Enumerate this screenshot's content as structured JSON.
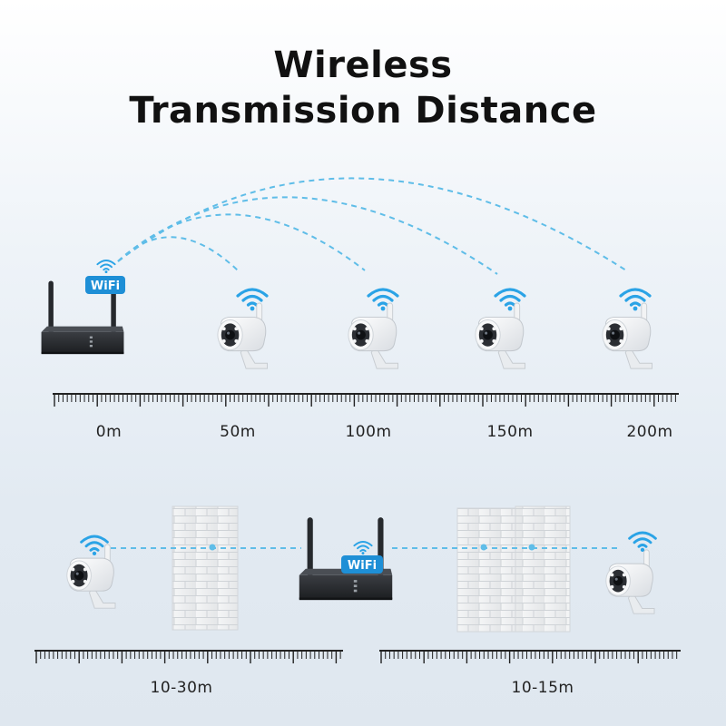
{
  "title": {
    "line1": "Wireless",
    "line2": "Transmission Distance"
  },
  "badge": {
    "text": "WiFi"
  },
  "top_scale": {
    "labels": [
      "0m",
      "50m",
      "100m",
      "150m",
      "200m"
    ]
  },
  "bottom_scale": {
    "left_label": "10-30m",
    "right_label": "10-15m"
  },
  "colors": {
    "accent": "#2aa3e6",
    "dash": "#5fbde8",
    "ruler": "#222222"
  }
}
